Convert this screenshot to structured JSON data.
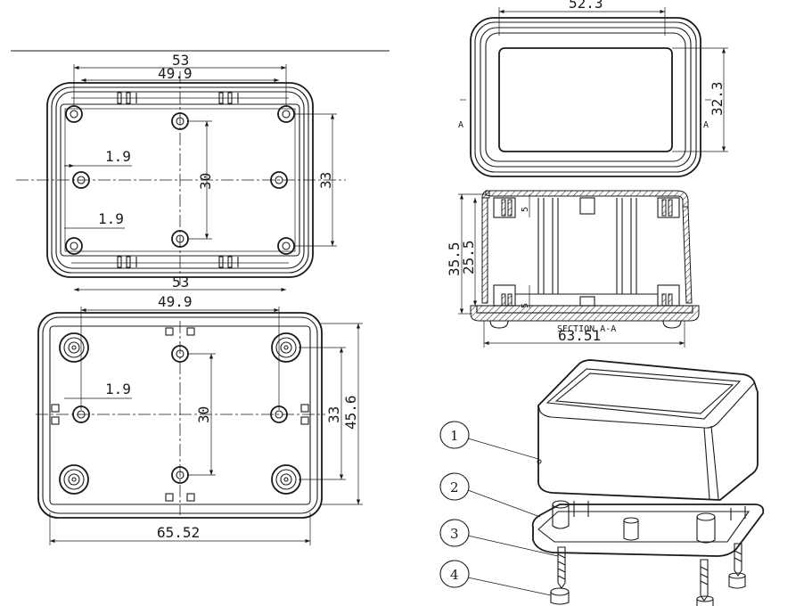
{
  "dimensions": {
    "top_view": {
      "width_outer": "53",
      "width_inner": "49.9",
      "offset_top": "1.9",
      "offset_bottom": "1.9",
      "height_inner": "30",
      "height_outer": "33",
      "width_bottom": "53"
    },
    "base_view": {
      "width_inner": "49.9",
      "offset": "1.9",
      "height_inner": "30",
      "height_mid": "33",
      "height_outer": "45.6",
      "width_outer": "65.52"
    },
    "lid_view": {
      "width": "52.3",
      "height": "32.3",
      "section_mark_left": "A",
      "section_mark_right": "A"
    },
    "section_view": {
      "height_outer": "35.5",
      "height_inner": "25.5",
      "boss_top": "5",
      "boss_bottom": "5",
      "title": "SECTION A-A",
      "width": "63.51"
    }
  },
  "callouts": [
    "1",
    "2",
    "3",
    "4"
  ]
}
